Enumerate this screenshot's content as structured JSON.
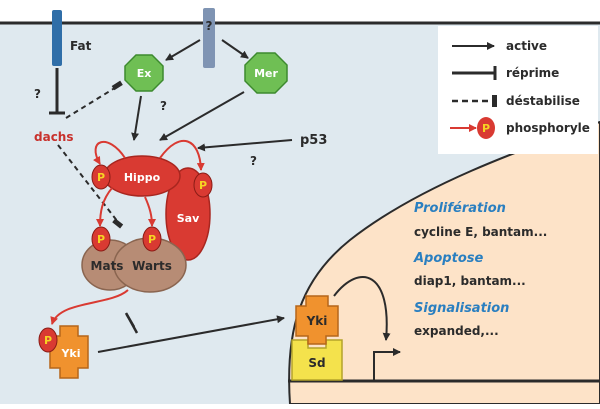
{
  "colors": {
    "cell_bg": "#dfe9ef",
    "nucleus_bg": "#fde3c8",
    "green": "#6fbf54",
    "hippo_red": "#d93a32",
    "brown": "#b78c75",
    "orange": "#f0922e",
    "yellow": "#f4e24c",
    "blue_text": "#2a7fc0",
    "dachs_red": "#c8312c",
    "receptor": "#2f6ea8",
    "p_yellow": "#f6d323"
  },
  "membrane": {
    "fat_label": "Fat",
    "unknown_label": "?"
  },
  "nodes": {
    "ex": "Ex",
    "mer": "Mer",
    "dachs": "dachs",
    "p53": "p53",
    "hippo": "Hippo",
    "sav": "Sav",
    "mats": "Mats",
    "warts": "Warts",
    "yki_cyto": "Yki",
    "yki_nuc": "Yki",
    "sd": "Sd",
    "phospho_letter": "P"
  },
  "question_marks": [
    "?",
    "?",
    "?",
    "?"
  ],
  "legend": {
    "active": "active",
    "represses": "réprime",
    "destabilizes": "déstabilise",
    "phosphorylates": "phosphoryle"
  },
  "targets": [
    {
      "heading": "Prolifération",
      "genes": "cycline E, bantam..."
    },
    {
      "heading": "Apoptose",
      "genes": "diap1, bantam..."
    },
    {
      "heading": "Signalisation",
      "genes": "expanded,..."
    }
  ]
}
